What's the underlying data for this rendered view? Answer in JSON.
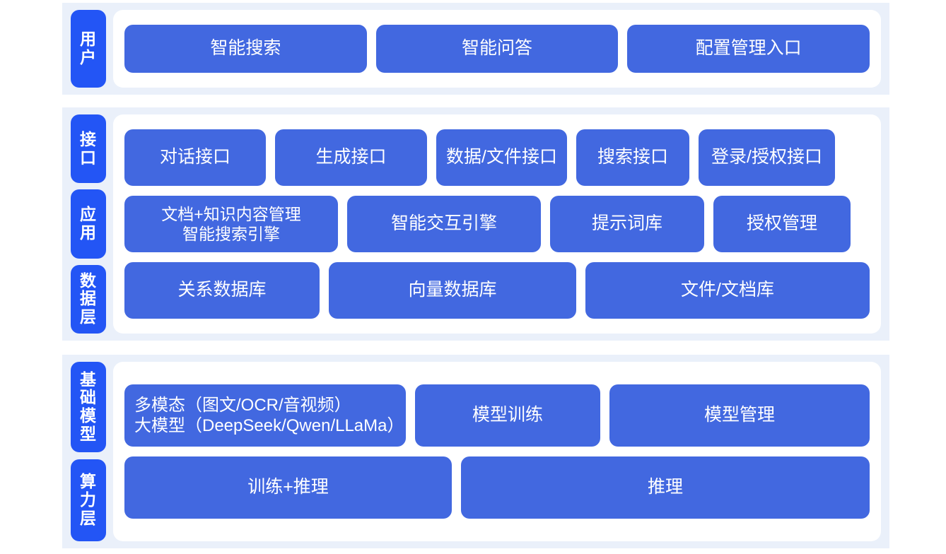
{
  "colors": {
    "band_background": "#eaf0fa",
    "panel_background": "#ffffff",
    "tab_blue": "#2355f5",
    "card_blue": "#4268e0",
    "card_text": "#ffffff",
    "page_background": "#ffffff"
  },
  "sections": [
    {
      "id": "user",
      "tabs": [
        {
          "label": "用户",
          "chars": [
            "用",
            "户"
          ]
        }
      ],
      "rows": [
        {
          "id": "user-entries",
          "cards": [
            {
              "label": "智能搜索"
            },
            {
              "label": "智能问答"
            },
            {
              "label": "配置管理入口"
            }
          ]
        }
      ]
    },
    {
      "id": "middle",
      "tabs": [
        {
          "label": "接口",
          "chars": [
            "接",
            "口"
          ]
        },
        {
          "label": "应用",
          "chars": [
            "应",
            "用"
          ]
        },
        {
          "label": "数据层",
          "chars": [
            "数",
            "据",
            "层"
          ]
        }
      ],
      "rows": [
        {
          "id": "interface-row",
          "cards": [
            {
              "label": "对话接口"
            },
            {
              "label": "生成接口"
            },
            {
              "label": "数据/文件接口"
            },
            {
              "label": "搜索接口"
            },
            {
              "label": "登录/授权接口"
            }
          ]
        },
        {
          "id": "application-row",
          "cards": [
            {
              "label": "文档+知识内容管理\n智能搜索引擎"
            },
            {
              "label": "智能交互引擎"
            },
            {
              "label": "提示词库"
            },
            {
              "label": "授权管理"
            }
          ]
        },
        {
          "id": "data-row",
          "cards": [
            {
              "label": "关系数据库"
            },
            {
              "label": "向量数据库"
            },
            {
              "label": "文件/文档库"
            }
          ]
        }
      ]
    },
    {
      "id": "base",
      "tabs": [
        {
          "label": "基础模型",
          "chars": [
            "基",
            "础",
            "模",
            "型"
          ]
        },
        {
          "label": "算力层",
          "chars": [
            "算",
            "力",
            "层"
          ]
        }
      ],
      "rows": [
        {
          "id": "model-row",
          "cards": [
            {
              "label": "多模态（图文/OCR/音视频）\n大模型（DeepSeek/Qwen/LLaMa）"
            },
            {
              "label": "模型训练"
            },
            {
              "label": "模型管理"
            }
          ]
        },
        {
          "id": "compute-row",
          "cards": [
            {
              "label": "训练+推理"
            },
            {
              "label": "推理"
            }
          ]
        }
      ]
    }
  ]
}
